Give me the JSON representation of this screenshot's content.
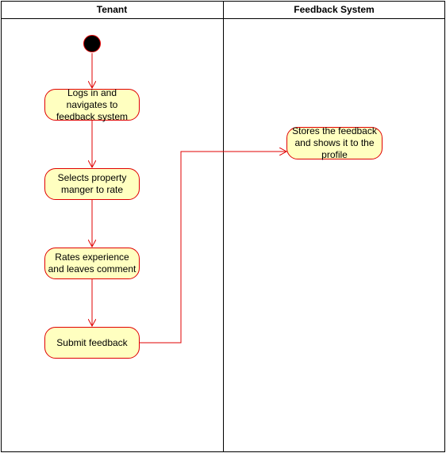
{
  "lanes": [
    {
      "title": "Tenant"
    },
    {
      "title": "Feedback System"
    }
  ],
  "nodes": {
    "login": "Logs in and navigates to feedback system",
    "select": "Selects property manger to rate",
    "rate": "Rates experience and leaves comment",
    "submit": "Submit feedback",
    "store": "Stores the feedback and shows it to the profile"
  },
  "colors": {
    "node_fill": "#ffffc0",
    "node_border": "#e00000",
    "edge": "#e00000"
  }
}
